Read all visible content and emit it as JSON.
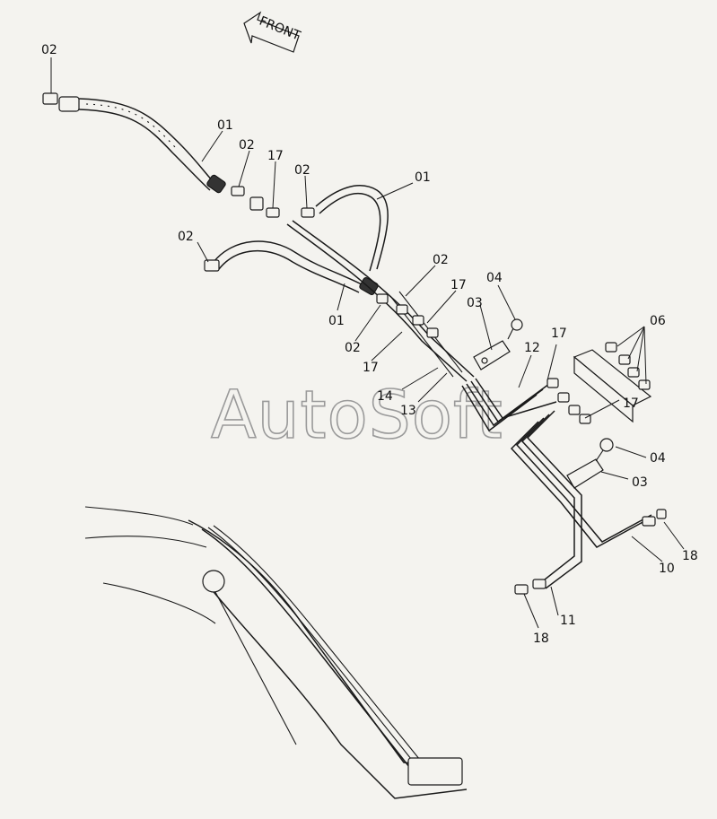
{
  "diagram": {
    "direction_marker": "FRONT",
    "watermark": "AutoSoft",
    "callouts": [
      {
        "id": "c01a",
        "text": "02"
      },
      {
        "id": "c01b",
        "text": "01"
      },
      {
        "id": "c01c",
        "text": "02"
      },
      {
        "id": "c01d",
        "text": "17"
      },
      {
        "id": "c01e",
        "text": "02"
      },
      {
        "id": "c01f",
        "text": "01"
      },
      {
        "id": "c01g",
        "text": "02"
      },
      {
        "id": "c01h",
        "text": "02"
      },
      {
        "id": "c01i",
        "text": "17"
      },
      {
        "id": "c01j",
        "text": "04"
      },
      {
        "id": "c01k",
        "text": "03"
      },
      {
        "id": "c01l",
        "text": "01"
      },
      {
        "id": "c01m",
        "text": "02"
      },
      {
        "id": "c01n",
        "text": "17"
      },
      {
        "id": "c01o",
        "text": "12"
      },
      {
        "id": "c01p",
        "text": "17"
      },
      {
        "id": "c01q",
        "text": "06"
      },
      {
        "id": "c01r",
        "text": "14"
      },
      {
        "id": "c01s",
        "text": "13"
      },
      {
        "id": "c01t",
        "text": "17"
      },
      {
        "id": "c01u",
        "text": "04"
      },
      {
        "id": "c01v",
        "text": "03"
      },
      {
        "id": "c01w",
        "text": "18"
      },
      {
        "id": "c01x",
        "text": "10"
      },
      {
        "id": "c01y",
        "text": "11"
      },
      {
        "id": "c01z",
        "text": "18"
      }
    ]
  }
}
